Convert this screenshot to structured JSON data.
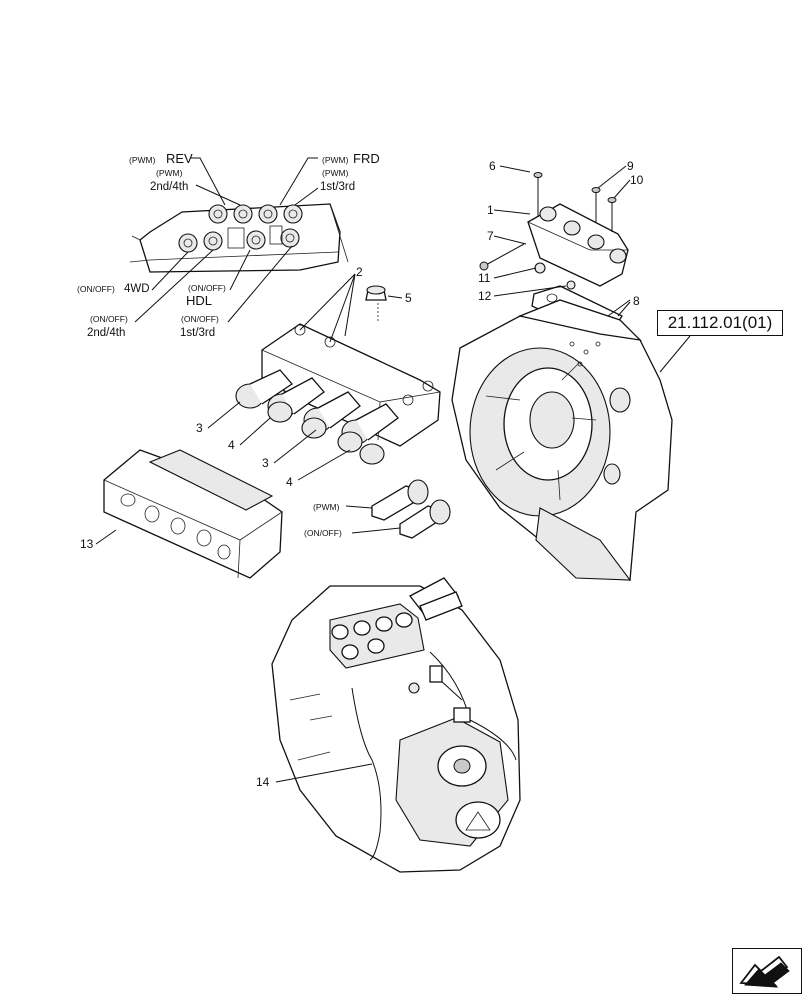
{
  "callouts": {
    "c1": "1",
    "c2": "2",
    "c3a": "3",
    "c3b": "3",
    "c4a": "4",
    "c4b": "4",
    "c5": "5",
    "c6": "6",
    "c7": "7",
    "c8": "8",
    "c9": "9",
    "c10": "10",
    "c11": "11",
    "c12": "12",
    "c13": "13",
    "c14": "14"
  },
  "solenoid_labels": {
    "rev_mode": "(PWM)",
    "rev_name": "REV",
    "frd_mode": "(PWM)",
    "frd_name": "FRD",
    "g24_mode": "(PWM)",
    "g24_name": "2nd/4th",
    "g13_mode": "(PWM)",
    "g13_name": "1st/3rd",
    "wd4_mode": "(ON/OFF)",
    "wd4_name": "4WD",
    "hdl_mode": "(ON/OFF)",
    "hdl_name": "HDL",
    "b24_mode": "(ON/OFF)",
    "b24_name": "2nd/4th",
    "b13_mode": "(ON/OFF)",
    "b13_name": "1st/3rd"
  },
  "valve_types": {
    "pwm": "(PWM)",
    "onoff": "(ON/OFF)"
  },
  "reference": {
    "label": "21.112.01(01)"
  },
  "icons": {
    "nav": "next-page-arrow-icon"
  },
  "colors": {
    "ink": "#111111",
    "paper": "#ffffff",
    "shade": "#e9e9e9"
  }
}
